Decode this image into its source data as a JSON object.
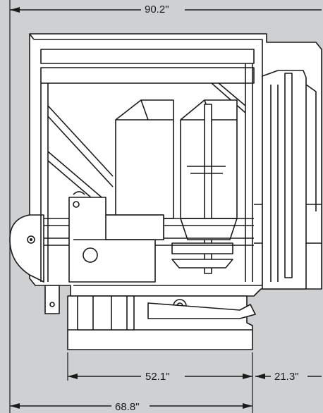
{
  "dimensions": {
    "overall_width": "90.2\"",
    "base_length": "52.1\"",
    "overhang": "21.3\"",
    "overall_length": "68.8\""
  },
  "colors": {
    "background": "#cfd0d2",
    "panel": "#ffffff",
    "line": "#1a1a1a",
    "shade": "#9a9b9d"
  }
}
